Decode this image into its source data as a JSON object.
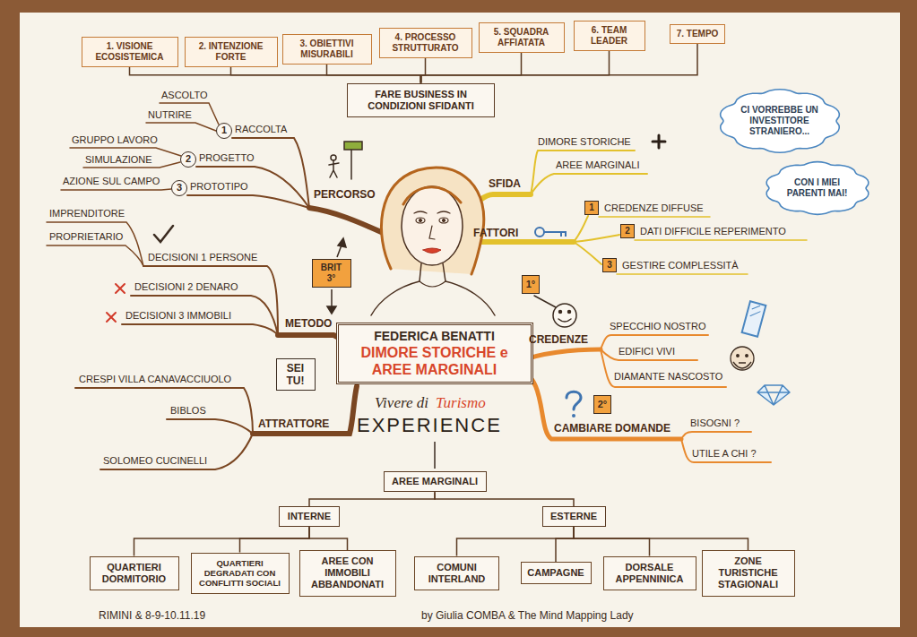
{
  "diagram": {
    "nodes": [
      {
        "text": [
          "1. VISIONE ECOSISTEMICA"
        ]
      },
      {
        "text": [
          "2. INTENZIONE FORTE"
        ]
      },
      {
        "text": [
          "3. OBIETTIVI MISURABILI"
        ]
      },
      {
        "text": [
          "4. PROCESSO STRUTTURATO"
        ]
      },
      {
        "text": [
          "5. SQUADRA AFFIATATA"
        ]
      },
      {
        "text": [
          "6. TEAM LEADER"
        ]
      },
      {
        "text": [
          "7. TEMPO"
        ]
      },
      {
        "text": [
          "FARE BUSINESS IN CONDIZIONI SFIDANTI"
        ]
      },
      {
        "text": [
          "CI VORREBBE UN INVESTITORE STRANIERO..."
        ]
      },
      {
        "text": [
          "CON I MIEI PARENTI MAI!"
        ]
      },
      {
        "text": [
          "1"
        ]
      },
      {
        "text": [
          "2"
        ]
      },
      {
        "text": [
          "3"
        ]
      },
      {
        "text": [
          "1"
        ]
      },
      {
        "text": [
          "2"
        ]
      },
      {
        "text": [
          "3"
        ]
      },
      {
        "text": [
          "BRIT 3°"
        ]
      },
      {
        "text": [
          "1°"
        ]
      },
      {
        "text": [
          "FEDERICA BENATTI",
          "DIMORE STORICHE e AREE MARGINALI"
        ]
      },
      {
        "text": [
          "SEI TU!"
        ]
      },
      {
        "text": [
          "2°"
        ]
      },
      {
        "text": [
          "AREE MARGINALI"
        ]
      },
      {
        "text": [
          "INTERNE"
        ]
      },
      {
        "text": [
          "ESTERNE"
        ]
      },
      {
        "text": [
          "QUARTIERI DORMITORIO"
        ]
      },
      {
        "text": [
          "QUARTIERI DEGRADATI CON CONFLITTI SOCIALI"
        ]
      },
      {
        "text": [
          "AREE CON IMMOBILI ABBANDONATI"
        ]
      },
      {
        "text": [
          "COMUNI INTERLAND"
        ]
      },
      {
        "text": [
          "CAMPAGNE"
        ]
      },
      {
        "text": [
          "DORSALE APPENNINICA"
        ]
      },
      {
        "text": [
          "ZONE TURISTICHE STAGIONALI"
        ]
      }
    ],
    "edges": [
      {
        "from": 7,
        "to": 0,
        "arrow": "none"
      },
      {
        "from": 7,
        "to": 1,
        "arrow": "none"
      },
      {
        "from": 7,
        "to": 2,
        "arrow": "none"
      },
      {
        "from": 7,
        "to": 3,
        "arrow": "none"
      },
      {
        "from": 7,
        "to": 4,
        "arrow": "none"
      },
      {
        "from": 7,
        "to": 5,
        "arrow": "none"
      },
      {
        "from": 7,
        "to": 6,
        "arrow": "none"
      },
      {
        "from": 21,
        "to": 22,
        "arrow": "none"
      },
      {
        "from": 21,
        "to": 23,
        "arrow": "none"
      },
      {
        "from": 22,
        "to": 24,
        "arrow": "none"
      },
      {
        "from": 22,
        "to": 25,
        "arrow": "none"
      },
      {
        "from": 22,
        "to": 26,
        "arrow": "none"
      },
      {
        "from": 23,
        "to": 27,
        "arrow": "none"
      },
      {
        "from": 23,
        "to": 28,
        "arrow": "none"
      },
      {
        "from": 23,
        "to": 29,
        "arrow": "none"
      },
      {
        "from": 23,
        "to": 30,
        "arrow": "none"
      }
    ],
    "labels": [
      "ASCOLTO",
      "NUTRIRE",
      "RACCOLTA",
      "GRUPPO LAVORO",
      "SIMULAZIONE",
      "PROGETTO",
      "AZIONE SUL CAMPO",
      "PROTOTIPO",
      "PERCORSO",
      "IMPRENDITORE",
      "PROPRIETARIO",
      "DECISIONI 1 PERSONE",
      "DECISIONI 2 DENARO",
      "DECISIONI 3 IMMOBILI",
      "METODO",
      "CRESPI VILLA CANAVACCIUOLO",
      "BIBLOS",
      "SOLOMEO CUCINELLI",
      "ATTRATTORE",
      "SFIDA",
      "DIMORE STORICHE",
      "AREE MARGINALI",
      "FATTORI",
      "CREDENZE DIFFUSE",
      "DATI DIFFICILE REPERIMENTO",
      "GESTIRE COMPLESSITÀ",
      "CREDENZE",
      "SPECCHIO NOSTRO",
      "EDIFICI VIVI",
      "DIAMANTE NASCOSTO",
      "CAMBIARE DOMANDE",
      "BISOGNI ?",
      "UTILE A CHI ?",
      "Vivere di",
      "Turismo",
      "EXPERIENCE",
      "RIMINI & 8-9-10.11.19",
      "by Giulia COMBA & The Mind Mapping Lady"
    ]
  }
}
